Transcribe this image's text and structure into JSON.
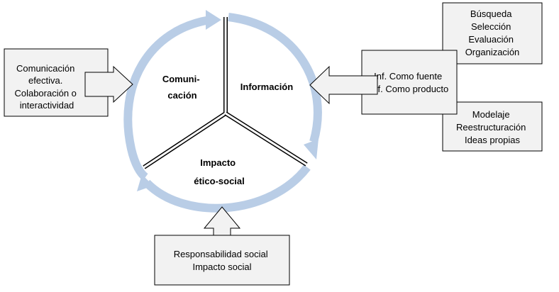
{
  "colors": {
    "cycle_arrow": "#b9cde6",
    "box_fill": "#f2f2f2",
    "box_stroke": "#000000",
    "background": "#ffffff"
  },
  "center": {
    "sector_communication": [
      "Comuni-",
      "cación"
    ],
    "sector_information": "Información",
    "sector_impact": [
      "Impacto",
      "ético-social"
    ]
  },
  "boxes": {
    "communication": [
      "Comunicación",
      "efectiva.",
      "Colaboración o",
      "interactividad"
    ],
    "information": [
      "Inf. Como fuente",
      "Inf. Como producto"
    ],
    "search": [
      "Búsqueda",
      "Selección",
      "Evaluación",
      "Organización"
    ],
    "modeling": [
      "Modelaje",
      "Reestructuración",
      "Ideas propias"
    ],
    "responsibility": [
      "Responsabilidad social",
      "Impacto social"
    ]
  }
}
